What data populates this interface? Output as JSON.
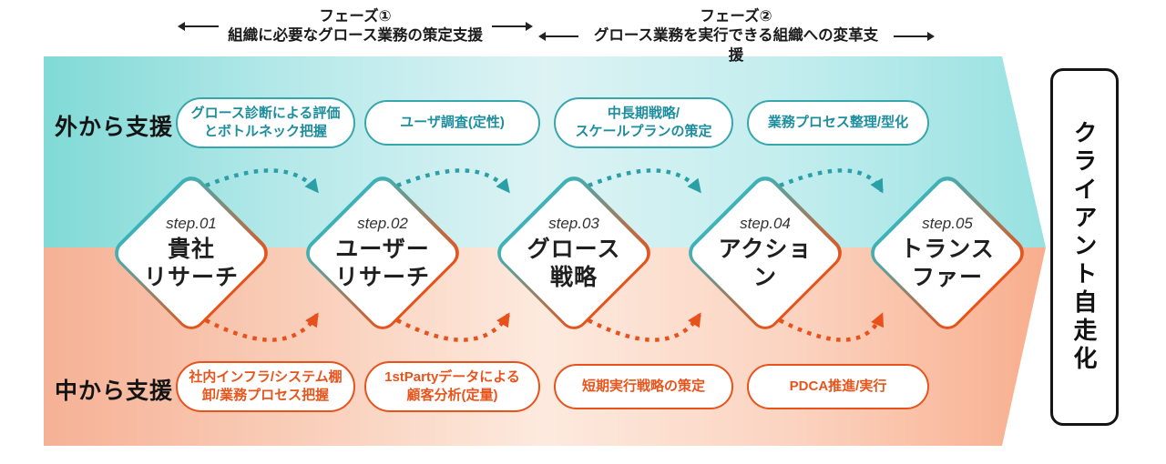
{
  "phases": [
    {
      "title": "フェーズ①",
      "subtitle": "組織に必要なグロース業務の策定支援"
    },
    {
      "title": "フェーズ②",
      "subtitle": "グロース業務を実行できる組織への変革支援"
    }
  ],
  "rows": {
    "outside_label": "外から支援",
    "inside_label": "中から支援"
  },
  "outside_tasks": [
    {
      "line1": "グロース診断による評価",
      "line2": "とボトルネック把握"
    },
    {
      "line1": "ユーザ調査(定性)",
      "line2": ""
    },
    {
      "line1": "中長期戦略/",
      "line2": "スケールプランの策定"
    },
    {
      "line1": "業務プロセス整理/型化",
      "line2": ""
    }
  ],
  "inside_tasks": [
    {
      "line1": "社内インフラ/システム棚",
      "line2": "卸/業務プロセス把握"
    },
    {
      "line1": "1stPartyデータによる",
      "line2": "顧客分析(定量)"
    },
    {
      "line1": "短期実行戦略の策定",
      "line2": ""
    },
    {
      "line1": "PDCA推進/実行",
      "line2": ""
    }
  ],
  "steps": [
    {
      "num": "step.01",
      "name1": "貴社",
      "name2": "リサーチ"
    },
    {
      "num": "step.02",
      "name1": "ユーザー",
      "name2": "リサーチ"
    },
    {
      "num": "step.03",
      "name1": "グロース",
      "name2": "戦略"
    },
    {
      "num": "step.04",
      "name1": "アクション",
      "name2": ""
    },
    {
      "num": "step.05",
      "name1": "トランス",
      "name2": "ファー"
    }
  ],
  "goal": {
    "label": "クライアント自走化"
  },
  "colors": {
    "teal_accent": "#2a9fa8",
    "orange_accent": "#e8521b",
    "teal_text": "#1d8e9e",
    "orange_text": "#e8551c",
    "header_text": "#1b1b1b",
    "goal_border": "#141414"
  }
}
